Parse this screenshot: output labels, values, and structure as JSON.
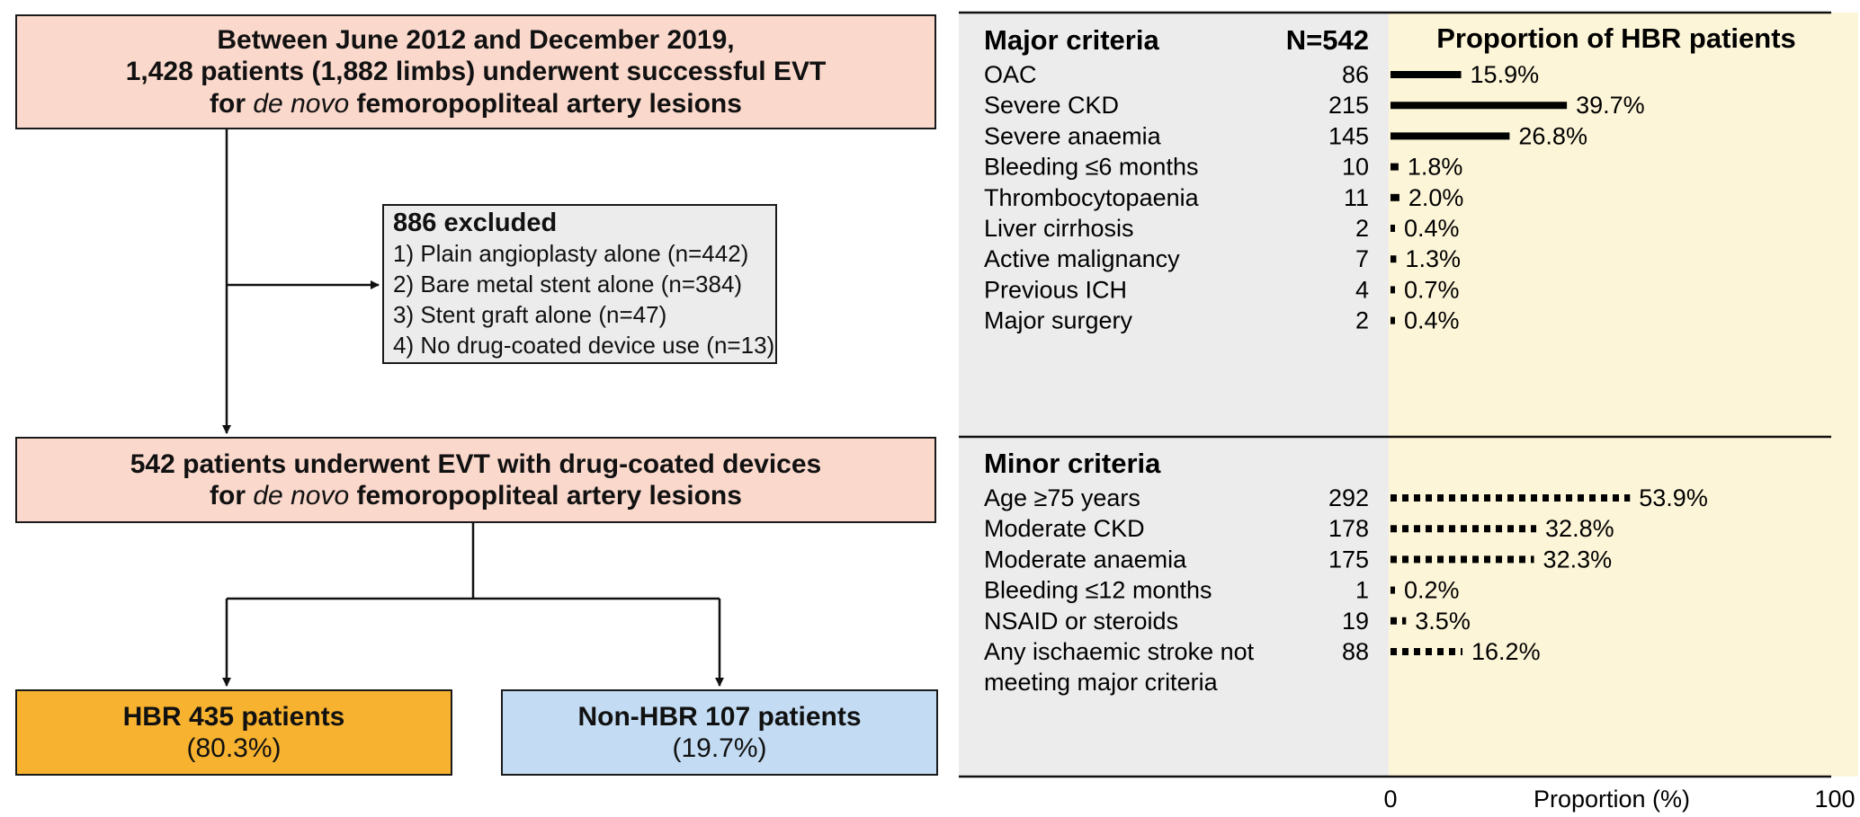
{
  "flowchart": {
    "top_box": {
      "line1": "Between June 2012 and December 2019,",
      "line2": "1,428 patients (1,882 limbs) underwent successful EVT",
      "line3_pre": "for ",
      "line3_italic": "de novo",
      "line3_post": " femoropopliteal artery lesions"
    },
    "excluded_box": {
      "title": "886 excluded",
      "items": [
        "1) Plain angioplasty alone (n=442)",
        "2) Bare metal stent alone (n=384)",
        "3) Stent graft alone (n=47)",
        "4) No drug-coated device use (n=13)"
      ]
    },
    "mid_box": {
      "line1": "542 patients underwent EVT with drug-coated devices",
      "line2_pre": "for ",
      "line2_italic": "de novo",
      "line2_post": " femoropopliteal artery lesions"
    },
    "hbr_box": {
      "title": "HBR 435 patients",
      "sub": "(80.3%)"
    },
    "nonhbr_box": {
      "title": "Non-HBR 107 patients",
      "sub": "(19.7%)"
    }
  },
  "table": {
    "major_header": "Major criteria",
    "n_header": "N=542",
    "proportion_header": "Proportion of HBR patients",
    "minor_header": "Minor criteria",
    "axis_label": "Proportion (%)"
  },
  "chart_data": {
    "type": "bar",
    "title": "Proportion of HBR patients",
    "xlabel": "Proportion (%)",
    "xlim": [
      0,
      100
    ],
    "x_ticks": [
      "0",
      "100"
    ],
    "groups": [
      {
        "name": "Major criteria",
        "style": "solid",
        "rows": [
          {
            "label": "OAC",
            "n": "86",
            "pct": 15.9,
            "pct_label": "15.9%"
          },
          {
            "label": "Severe CKD",
            "n": "215",
            "pct": 39.7,
            "pct_label": "39.7%"
          },
          {
            "label": "Severe anaemia",
            "n": "145",
            "pct": 26.8,
            "pct_label": "26.8%"
          },
          {
            "label": "Bleeding ≤6 months",
            "n": "10",
            "pct": 1.8,
            "pct_label": "1.8%"
          },
          {
            "label": "Thrombocytopaenia",
            "n": "11",
            "pct": 2.0,
            "pct_label": "2.0%"
          },
          {
            "label": "Liver cirrhosis",
            "n": "2",
            "pct": 0.4,
            "pct_label": "0.4%"
          },
          {
            "label": "Active malignancy",
            "n": "7",
            "pct": 1.3,
            "pct_label": "1.3%"
          },
          {
            "label": "Previous ICH",
            "n": "4",
            "pct": 0.7,
            "pct_label": "0.7%"
          },
          {
            "label": "Major surgery",
            "n": "2",
            "pct": 0.4,
            "pct_label": "0.4%"
          }
        ]
      },
      {
        "name": "Minor criteria",
        "style": "dotted",
        "rows": [
          {
            "label": "Age ≥75 years",
            "n": "292",
            "pct": 53.9,
            "pct_label": "53.9%"
          },
          {
            "label": "Moderate CKD",
            "n": "178",
            "pct": 32.8,
            "pct_label": "32.8%"
          },
          {
            "label": "Moderate anaemia",
            "n": "175",
            "pct": 32.3,
            "pct_label": "32.3%"
          },
          {
            "label": "Bleeding ≤12 months",
            "n": "1",
            "pct": 0.2,
            "pct_label": "0.2%"
          },
          {
            "label": "NSAID or steroids",
            "n": "19",
            "pct": 3.5,
            "pct_label": "3.5%"
          },
          {
            "label": "Any ischaemic stroke not",
            "label2": "meeting major criteria",
            "n": "88",
            "pct": 16.2,
            "pct_label": "16.2%"
          }
        ]
      }
    ],
    "colors": {
      "left_panel": "#ececec",
      "right_panel": "#fdf5d8",
      "bar": "#000000"
    }
  }
}
